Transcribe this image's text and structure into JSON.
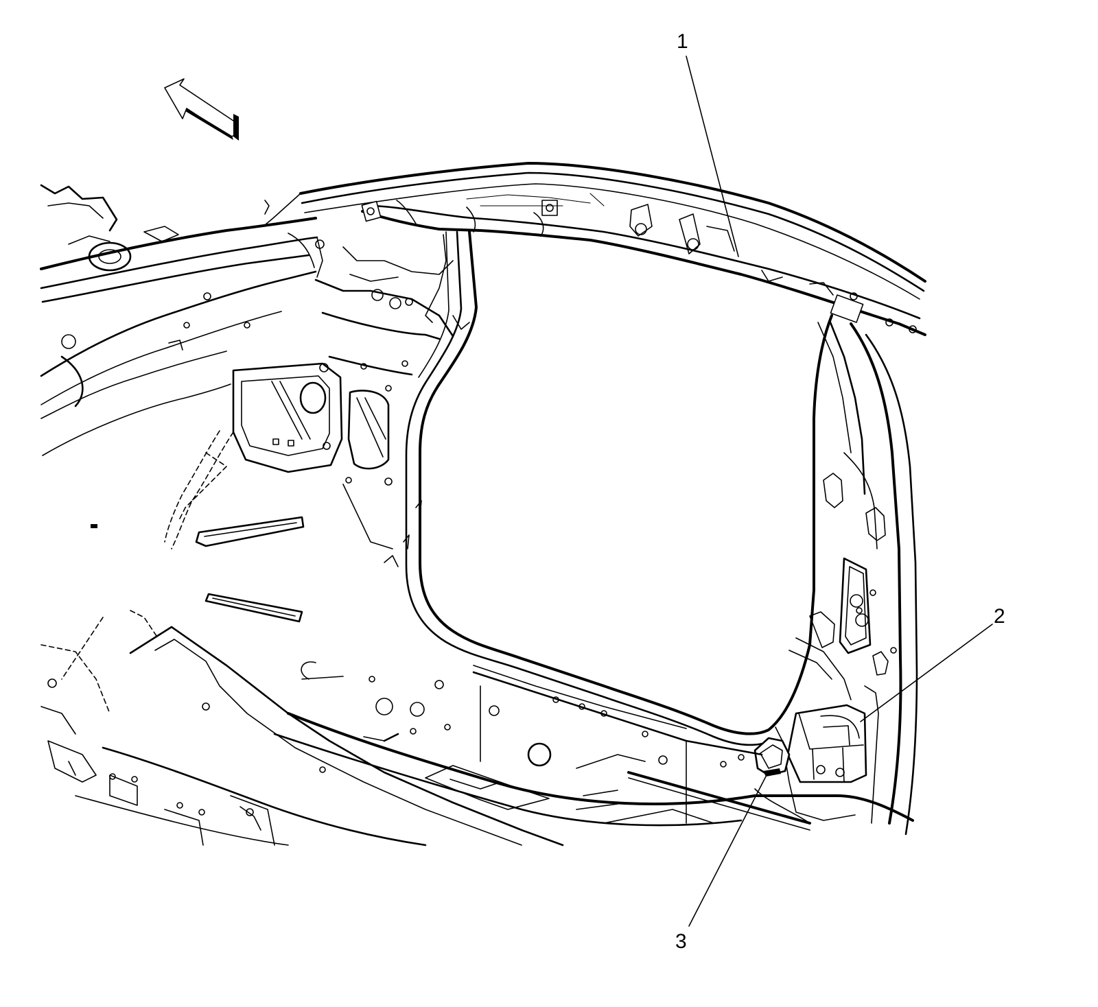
{
  "callouts": [
    {
      "id": "1",
      "label": "1"
    },
    {
      "id": "2",
      "label": "2"
    },
    {
      "id": "3",
      "label": "3"
    }
  ],
  "icons": {
    "direction_arrow": "forward-arrow-icon"
  },
  "colors": {
    "line": "#000000",
    "background": "#ffffff"
  }
}
